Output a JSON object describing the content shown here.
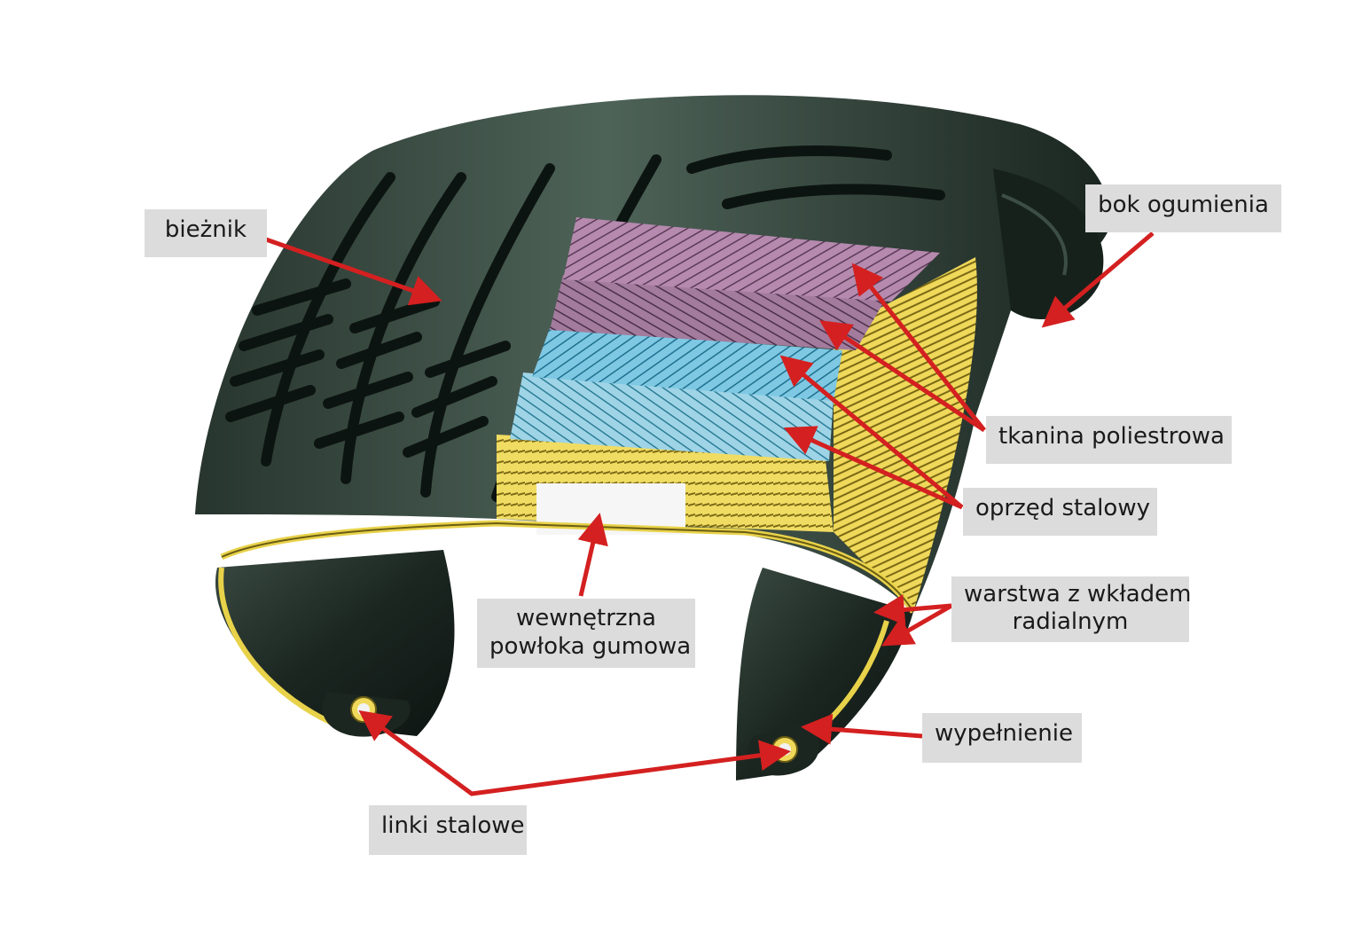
{
  "labels": {
    "tread": "bieżnik",
    "sidewall": "bok ogumienia",
    "polyester": "tkanina poliestrowa",
    "steel_belt": "oprzęd stalowy",
    "radial_ply_line1": "warstwa z wkładem",
    "radial_ply_line2": "radialnym",
    "inner_liner_line1": "wewnętrzna",
    "inner_liner_line2": "powłoka gumowa",
    "filler": "wypełnienie",
    "bead_wires": "linki stalowe"
  },
  "colors": {
    "arrow": "#d42020",
    "label_bg": "#dcdcdc",
    "rubber": "#1d2a24",
    "polyester": "#a87aa0",
    "steel": "#5fb1d3",
    "radial_ply": "#e8d24a"
  }
}
